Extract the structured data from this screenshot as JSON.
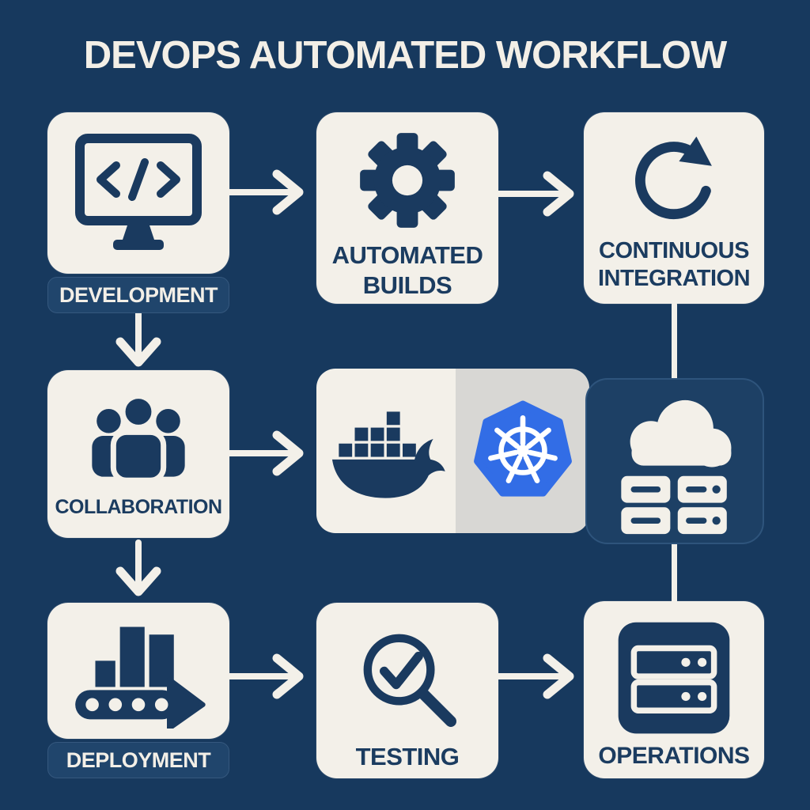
{
  "title": "DEVOPS AUTOMATED WORKFLOW",
  "nodes": {
    "development": {
      "label": "DEVELOPMENT",
      "icon": "code-monitor-icon"
    },
    "automated_builds": {
      "line1": "AUTOMATED",
      "line2": "BUILDS",
      "icon": "gear-icon"
    },
    "continuous_integration": {
      "line1": "CONTINUOUS",
      "line2": "INTEGRATION",
      "icon": "circular-arrow-icon"
    },
    "collaboration": {
      "label": "COLLABORATION",
      "icon": "people-group-icon"
    },
    "container_platform": {
      "icons": [
        "docker-whale-icon",
        "kubernetes-helm-icon"
      ]
    },
    "cloud_infrastructure": {
      "icons": [
        "cloud-icon",
        "server-grid-icon"
      ]
    },
    "deployment": {
      "label": "DEPLOYMENT",
      "icon": "conveyor-arrow-icon"
    },
    "testing": {
      "label": "TESTING",
      "icon": "magnifier-check-icon"
    },
    "operations": {
      "label": "OPERATIONS",
      "icon": "server-stack-icon"
    }
  },
  "colors": {
    "background": "#17395e",
    "panel_cream": "#f3f0e9",
    "icon_navy": "#1a3a5f",
    "kubernetes_blue": "#326de6",
    "kubernetes_panel_gray": "#d8d7d4",
    "connector": "#f3f0e9",
    "label_band": "#20456c"
  }
}
